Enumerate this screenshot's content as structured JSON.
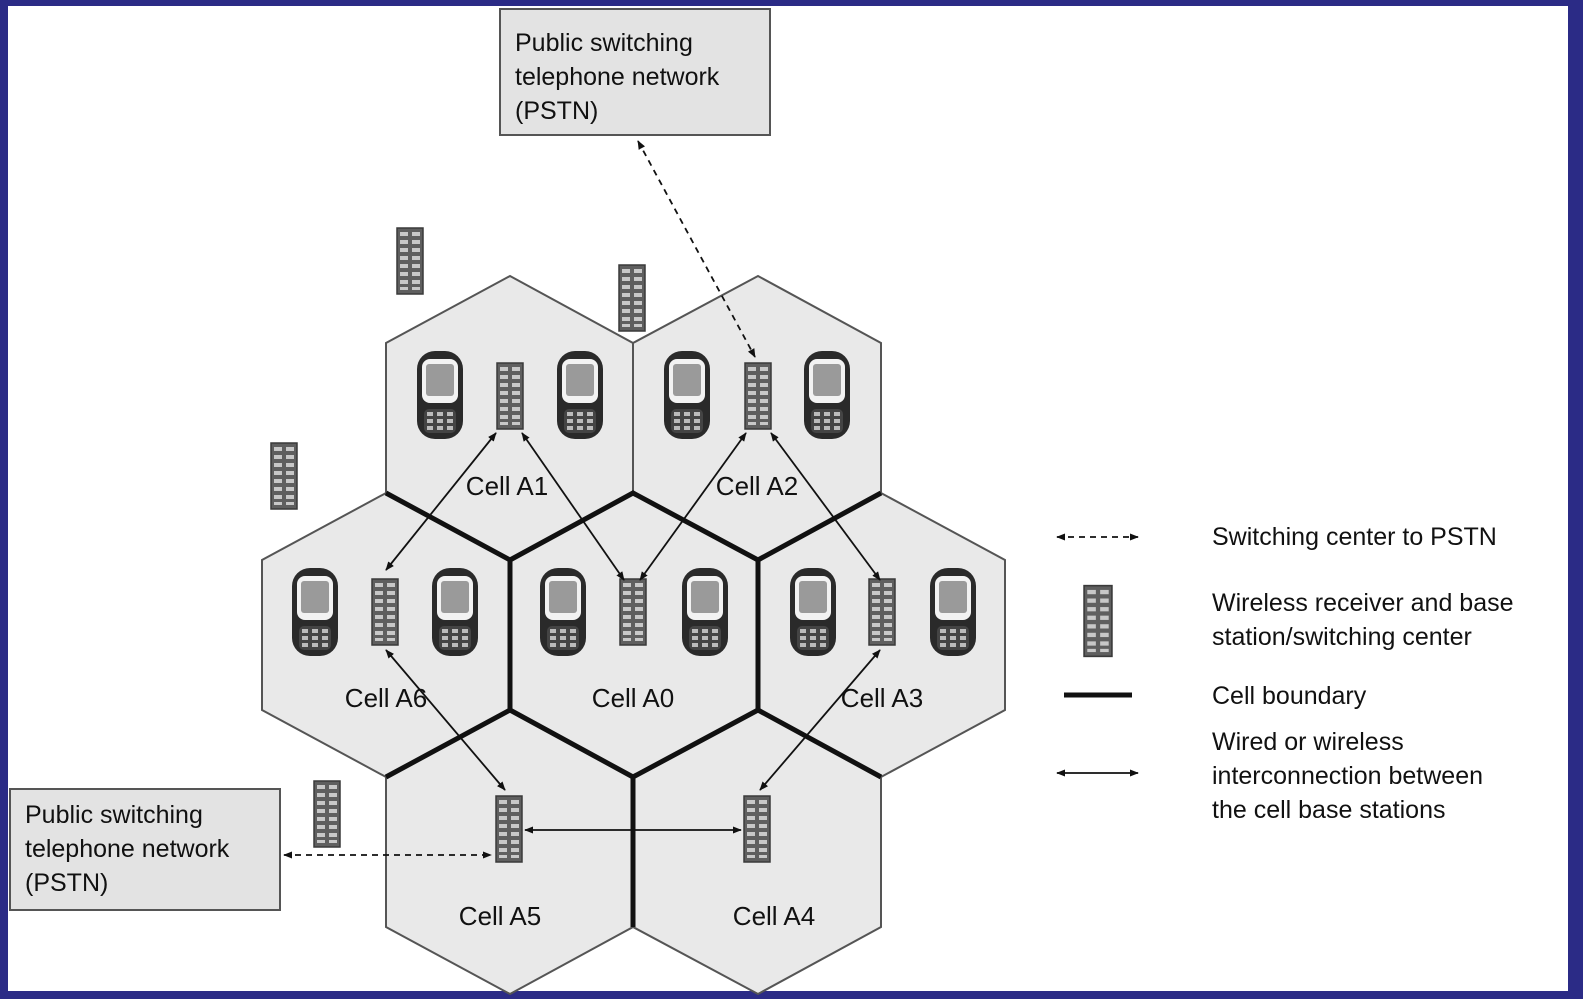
{
  "pstn_label_lines": [
    "Public switching",
    "telephone network",
    "(PSTN)"
  ],
  "cells": [
    {
      "id": "A0",
      "label": "Cell A0"
    },
    {
      "id": "A1",
      "label": "Cell A1"
    },
    {
      "id": "A2",
      "label": "Cell A2"
    },
    {
      "id": "A3",
      "label": "Cell A3"
    },
    {
      "id": "A4",
      "label": "Cell A4"
    },
    {
      "id": "A5",
      "label": "Cell A5"
    },
    {
      "id": "A6",
      "label": "Cell A6"
    }
  ],
  "legend": {
    "dashed_arrow": "Switching center to PSTN",
    "base_station": [
      "Wireless receiver and base",
      "station/switching center"
    ],
    "boundary": "Cell boundary",
    "solid_arrow": [
      "Wired or wireless",
      "interconnection between",
      "the cell base stations"
    ]
  },
  "colors": {
    "hex_fill": "#e9e9e9",
    "box_fill": "#e3e3e3",
    "frame_border": "#2b2b86",
    "ink": "#111111"
  },
  "icons": [
    "mobile-phone-icon",
    "base-station-icon"
  ]
}
